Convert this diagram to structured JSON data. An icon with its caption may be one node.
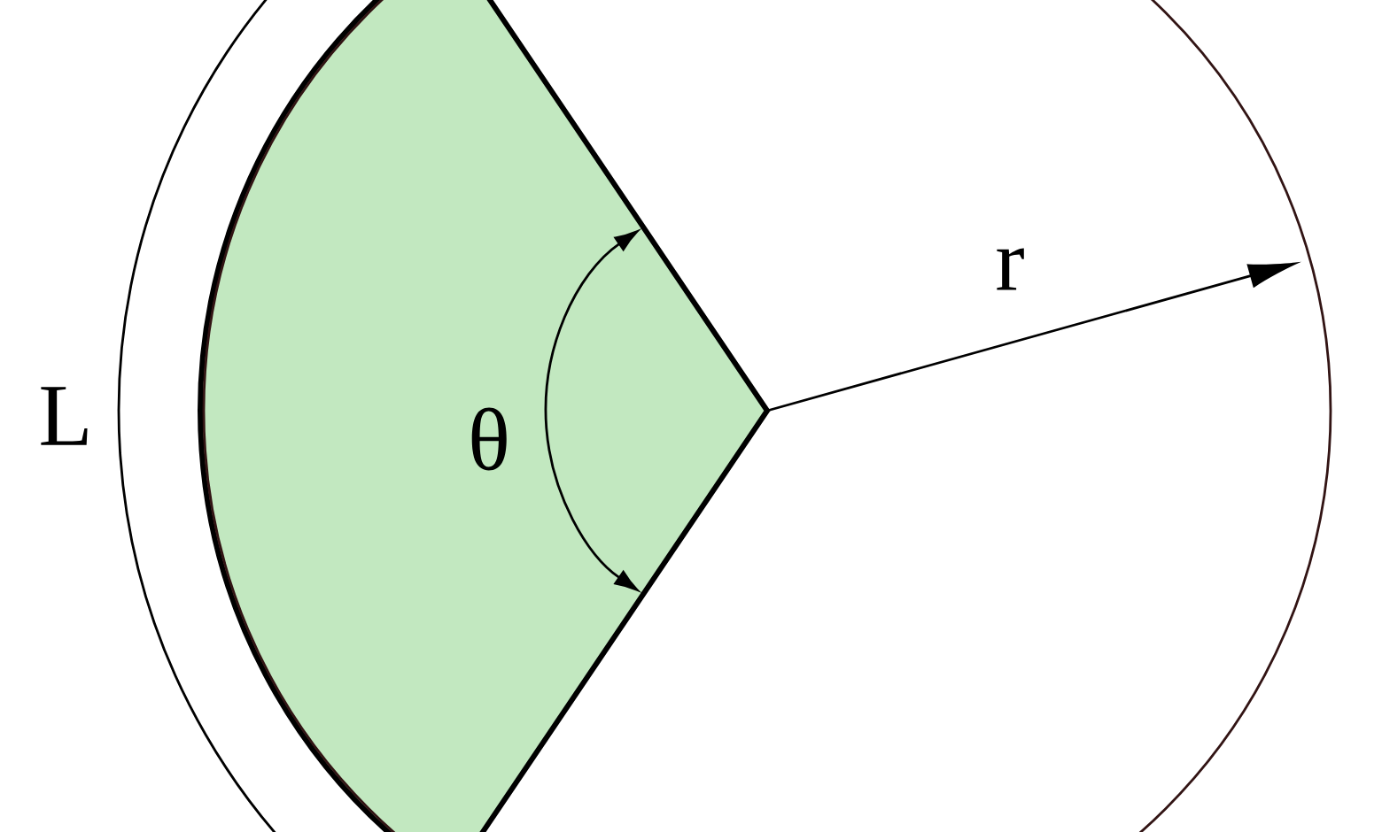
{
  "diagram": {
    "labels": [
      "L",
      "θ",
      "r"
    ]
  }
}
